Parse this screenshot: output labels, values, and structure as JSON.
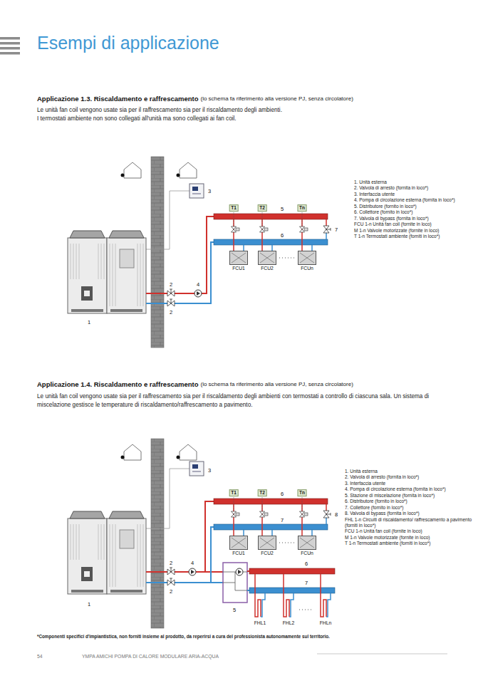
{
  "diagram": {
    "title": "Esempi di applicazione",
    "nodes": [
      {
        "text": [
          "FCU1"
        ]
      },
      {
        "text": [
          "FCU2"
        ]
      },
      {
        "text": [
          "FCUn"
        ]
      },
      {
        "text": [
          "FCU1"
        ]
      },
      {
        "text": [
          "FCU2"
        ]
      },
      {
        "text": [
          "FCUn"
        ]
      },
      {
        "text": [
          "FHL1"
        ]
      },
      {
        "text": [
          "FHL2"
        ]
      },
      {
        "text": [
          "FHLn"
        ]
      }
    ],
    "labels": [
      "Applicazione 1.3. Riscaldamento e raffrescamento",
      "(lo schema fa riferimento alla versione PJ, senza circolatore)",
      "Le unità fan coil vengono usate sia per il raffrescamento sia per il riscaldamento degli ambienti.",
      "I termostati ambiente non sono collegati all'unità ma sono collegati ai fan coil.",
      "1. Unità esterna",
      "2. Valvola di arresto (fornita in loco*)",
      "3. Interfaccia utente",
      "4. Pompa di circolazione esterna (fornita in loco*)",
      "5. Distributore (fornito in loco*)",
      "6. Collettore (fornito in loco*)",
      "7. Valvola di bypass (fornita in loco*)",
      "FCU 1-n Unità fan coil (fornite in loco)",
      "M 1-n Valvole motorizzate (fornite in loco)",
      "T 1-n Termostati ambiente (forniti in loco*)",
      "3",
      "T1",
      "T2",
      "Tn",
      "5",
      "6",
      "7",
      "2",
      "2",
      "4",
      "1",
      "Applicazione 1.4. Riscaldamento e raffrescamento",
      "(lo schema fa riferimento alla versione PJ, senza circolatore)",
      "Le unità fan coil vengono usate sia per il raffrescamento sia per il riscaldamento degli ambienti con termostati a controllo di ciascuna sala. Un sistema di miscelazione gestisce le temperature di riscaldamento/raffrescamento a pavimento.",
      "1. Unità esterna",
      "2. Valvola di arresto (fornita in loco*)",
      "3. Interfaccia utente",
      "4. Pompa di circolazione esterna (fornita in loco*)",
      "5. Stazione di miscelazione (fornita in loco*)",
      "6. Distributore (fornito in loco*)",
      "7. Collettore (fornito in loco*)",
      "8. Valvola di bypass (fornita in loco*)",
      "FHL 1-n Circuiti di riscaldamento/ raffrescamento a pavimento (forniti in loco*)",
      "FCU 1-n Unità fan coil (fornite in loco)",
      "M 1-n Valvole motorizzate (fornite in loco)",
      "T 1-n Termostati ambiente (forniti in loco*)",
      "3",
      "T1",
      "T2",
      "Tn",
      "6",
      "7",
      "8",
      "2",
      "2",
      "4",
      "6",
      "7",
      "5",
      "1",
      "*Componenti specifici d'impiantistica, non forniti insieme al prodotto, da reperirsi a cura del professionista autonomamente sul territorio.",
      "54",
      "YMPA AMICHI POMPA DI CALORE MODULARE ARIA-ACQUA"
    ]
  }
}
